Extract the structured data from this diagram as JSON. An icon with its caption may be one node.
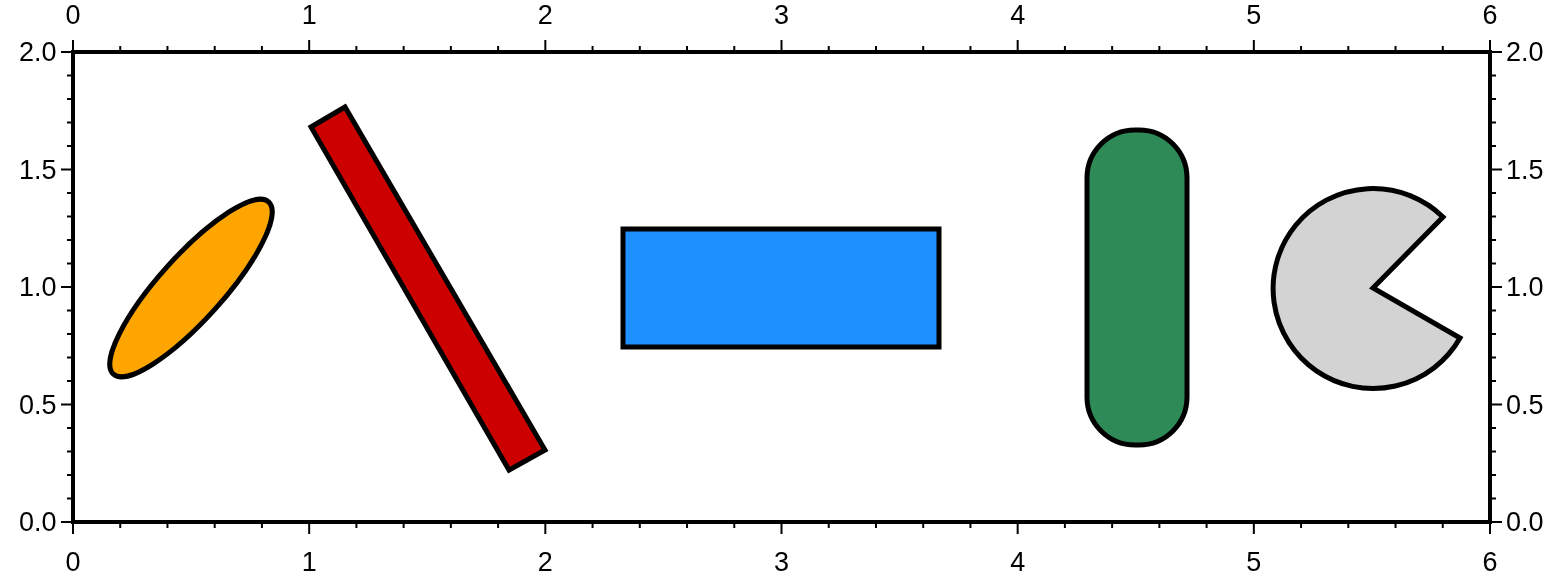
{
  "diagram": {
    "nodes": [
      {
        "text": [],
        "shape": "ellipse"
      },
      {
        "text": [],
        "shape": "box"
      },
      {
        "text": [],
        "shape": "box"
      },
      {
        "text": [],
        "shape": "box"
      },
      {
        "text": [],
        "shape": "circle"
      }
    ],
    "labels": [
      "0",
      "1",
      "2",
      "3",
      "4",
      "5",
      "6",
      "2.0",
      "2.0",
      "1.5",
      "1.5",
      "1.0",
      "1.0",
      "0.5",
      "0.5",
      "0.0",
      "0.0",
      "0",
      "1",
      "2",
      "3",
      "4",
      "5",
      "6"
    ]
  }
}
